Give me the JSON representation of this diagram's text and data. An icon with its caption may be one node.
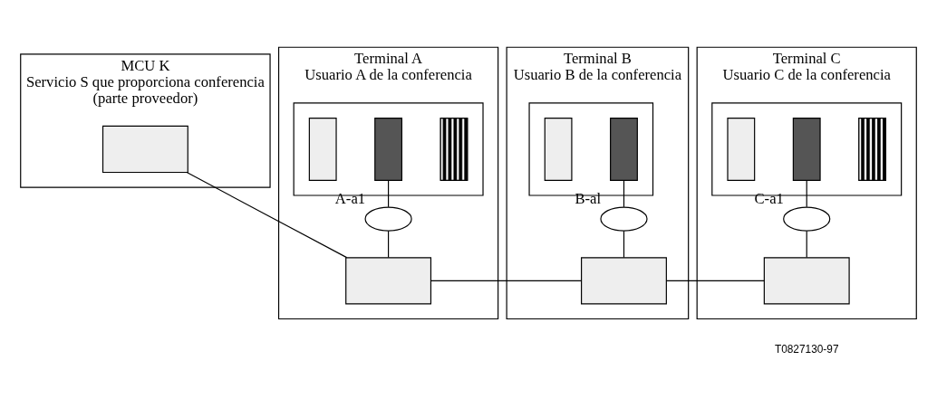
{
  "diagram": {
    "nodes": [
      {
        "text": [
          "MCU K",
          "Servicio S que proporciona conferencia",
          "(parte proveedor)"
        ]
      },
      {
        "text": [],
        "shape": "box",
        "in": 0
      },
      {
        "text": [
          "Terminal A",
          "Usuario A de la conferencia"
        ]
      },
      {
        "text": [],
        "shape": "box",
        "in": 2
      },
      {
        "text": [],
        "shape": "bar",
        "in": 3
      },
      {
        "text": [],
        "shape": "bar",
        "in": 3
      },
      {
        "text": [],
        "shape": "bar",
        "in": 3
      },
      {
        "text": [],
        "shape": "ellipse",
        "in": 2,
        "beside": [
          "A-a1"
        ]
      },
      {
        "text": [],
        "shape": "box",
        "in": 2
      },
      {
        "text": [
          "Terminal B",
          "Usuario B de la conferencia"
        ]
      },
      {
        "text": [],
        "shape": "box",
        "in": 9
      },
      {
        "text": [],
        "shape": "bar",
        "in": 10
      },
      {
        "text": [],
        "shape": "bar",
        "in": 10
      },
      {
        "text": [],
        "shape": "ellipse",
        "in": 9,
        "beside": [
          "B-al"
        ]
      },
      {
        "text": [],
        "shape": "box",
        "in": 9
      },
      {
        "text": [
          "Terminal C",
          "Usuario C de la conferencia"
        ]
      },
      {
        "text": [],
        "shape": "box",
        "in": 15
      },
      {
        "text": [],
        "shape": "bar",
        "in": 16
      },
      {
        "text": [],
        "shape": "bar",
        "in": 16
      },
      {
        "text": [],
        "shape": "bar",
        "in": 16
      },
      {
        "text": [],
        "shape": "ellipse",
        "in": 15,
        "beside": [
          "C-a1"
        ]
      },
      {
        "text": [],
        "shape": "box",
        "in": 15
      }
    ],
    "edges": [
      {
        "from": 5,
        "to": 7,
        "arrow": "none"
      },
      {
        "from": 7,
        "to": 8,
        "arrow": "none"
      },
      {
        "from": 12,
        "to": 13,
        "arrow": "none"
      },
      {
        "from": 13,
        "to": 14,
        "arrow": "none"
      },
      {
        "from": 18,
        "to": 20,
        "arrow": "none"
      },
      {
        "from": 20,
        "to": 21,
        "arrow": "none"
      },
      {
        "from": 1,
        "to": 8,
        "arrow": "none"
      },
      {
        "from": 8,
        "to": 14,
        "arrow": "none"
      },
      {
        "from": 14,
        "to": 21,
        "arrow": "none"
      }
    ],
    "labels": [
      "T0827130-97"
    ]
  }
}
